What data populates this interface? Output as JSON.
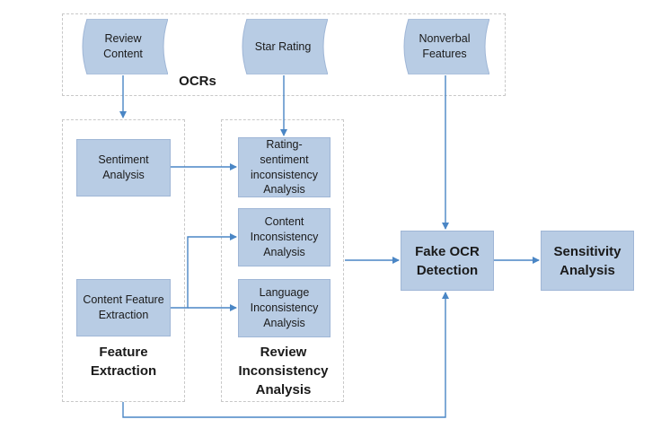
{
  "groups": {
    "ocrs": "OCRs",
    "feature_extraction": "Feature\nExtraction",
    "review_inconsistency": "Review\nInconsistency\nAnalysis"
  },
  "inputs": {
    "review_content": "Review\nContent",
    "star_rating": "Star Rating",
    "nonverbal_features": "Nonverbal\nFeatures"
  },
  "nodes": {
    "sentiment_analysis": "Sentiment\nAnalysis",
    "content_feature_extraction": "Content Feature\nExtraction",
    "rating_sentiment": "Rating-\nsentiment\ninconsistency\nAnalysis",
    "content_inconsistency": "Content\nInconsistency\nAnalysis",
    "language_inconsistency": "Language\nInconsistency\nAnalysis",
    "fake_ocr_detection": "Fake OCR\nDetection",
    "sensitivity_analysis": "Sensitivity\nAnalysis"
  },
  "colors": {
    "box_fill": "#b8cce4",
    "box_border": "#9fb6d6",
    "arrow": "#4a86c5",
    "group_border": "#c8c8c8"
  }
}
